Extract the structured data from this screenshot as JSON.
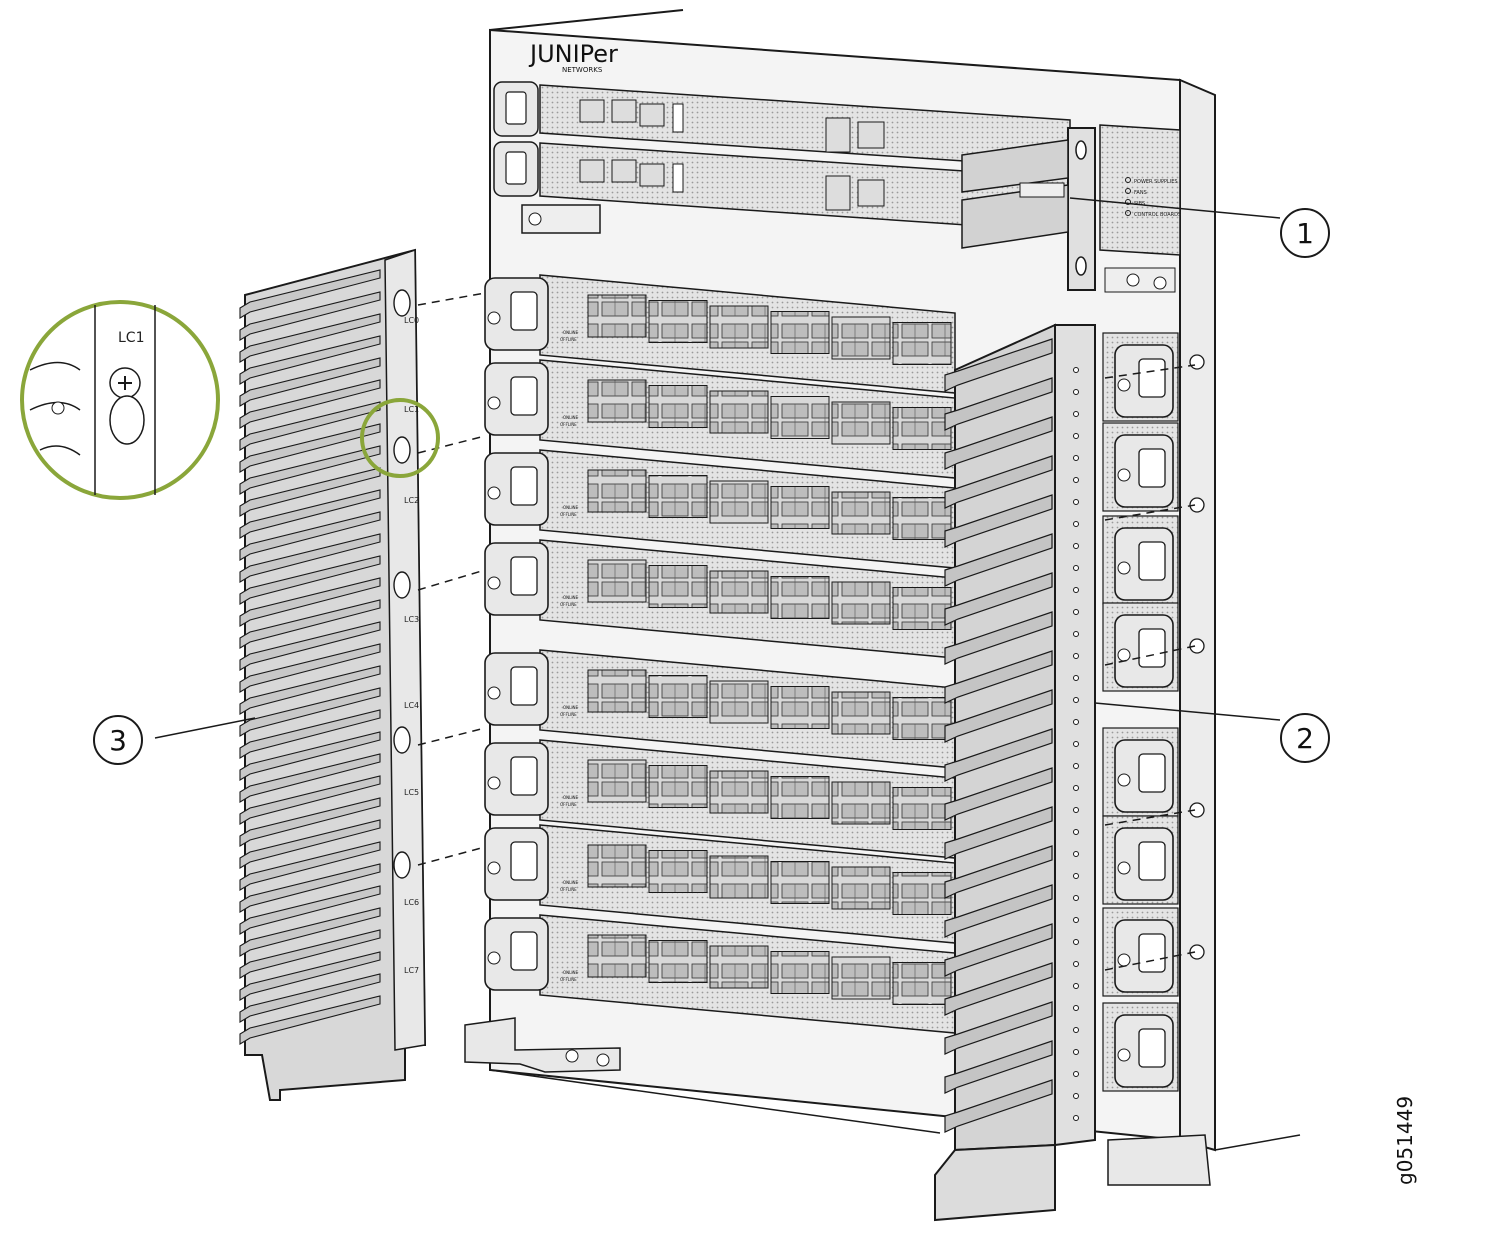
{
  "brand": {
    "name": "JUNIPer",
    "tagline": "NETWORKS"
  },
  "callouts": [
    {
      "id": "1",
      "text": "1"
    },
    {
      "id": "2",
      "text": "2"
    },
    {
      "id": "3",
      "text": "3"
    }
  ],
  "cover_labels": [
    "LC0",
    "LC1",
    "LC2",
    "LC3",
    "LC4",
    "LC5",
    "LC6",
    "LC7"
  ],
  "zoom_label": "LC1",
  "status_labels": {
    "power_supplies": "POWER SUPPLIES",
    "fans": "FANS",
    "sibs": "SIBS",
    "control_boards": "CONTROL BOARDS"
  },
  "line_card_led": {
    "online": "ONLINE",
    "offline": "OFFLINE"
  },
  "figure_id": "g051449",
  "colors": {
    "highlight_green": "#8aa63a",
    "stroke": "#1a1a1a",
    "metal_fill": "#e6e6e6",
    "cover_fill": "#cfcfcf"
  }
}
